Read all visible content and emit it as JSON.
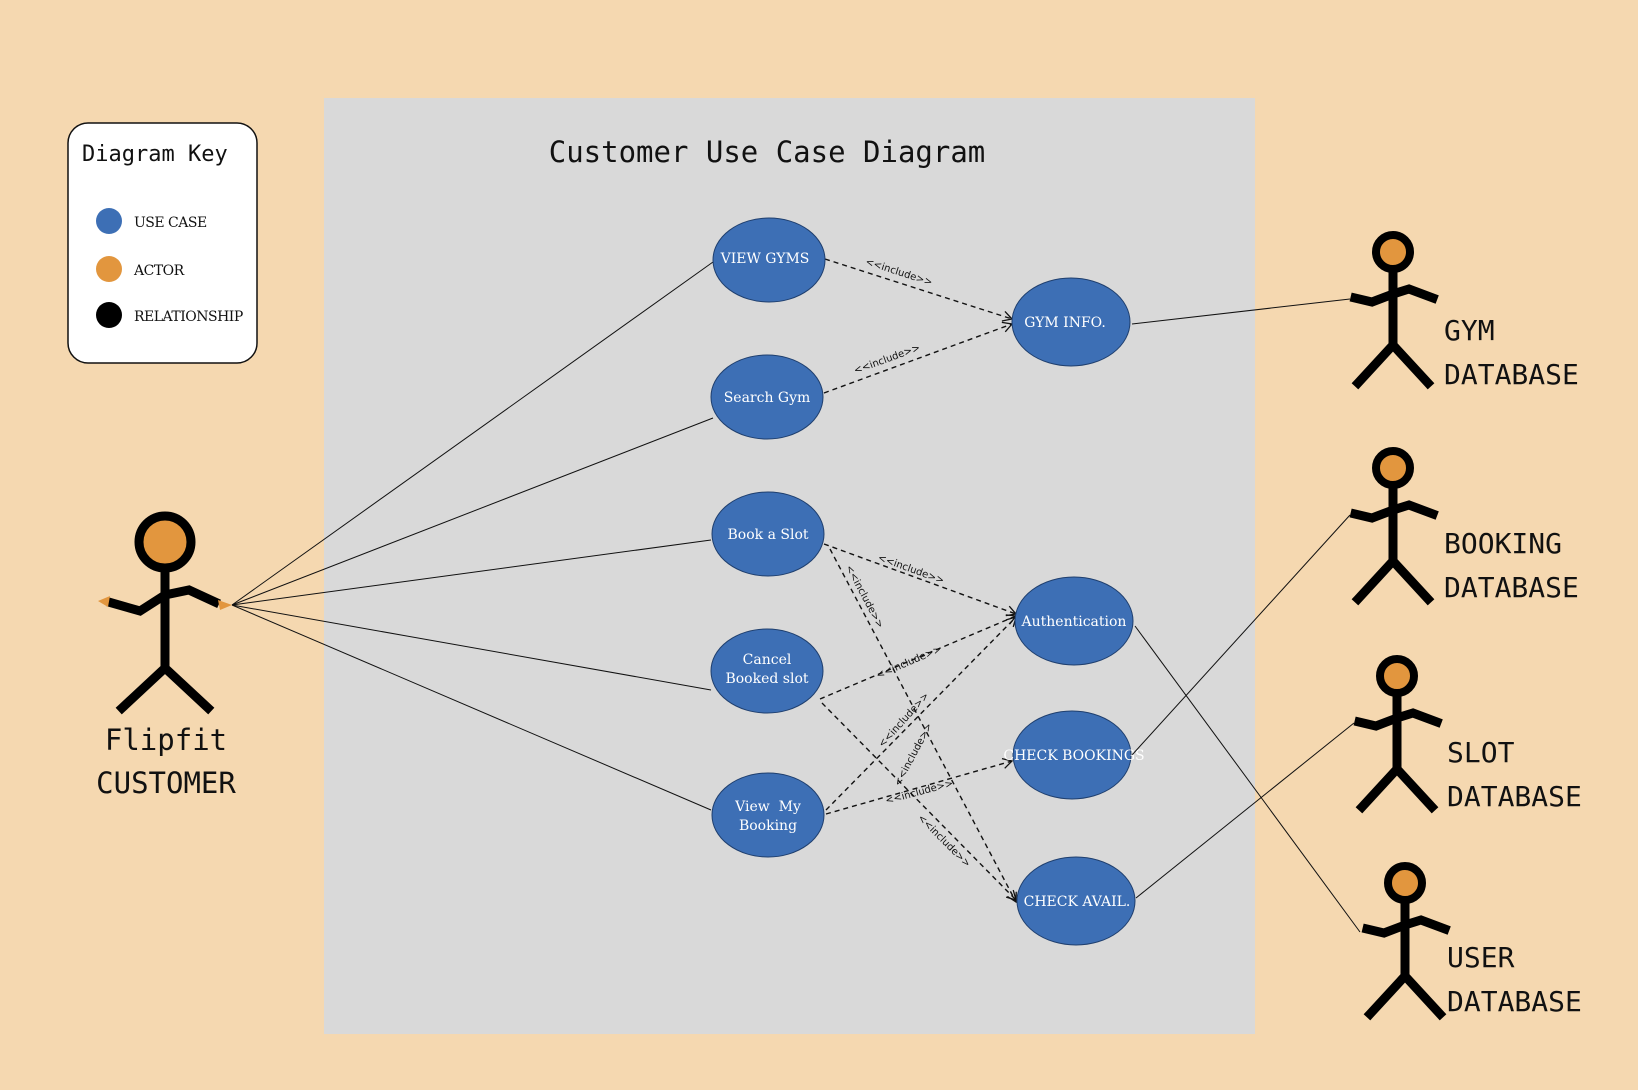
{
  "title": "Customer Use Case Diagram",
  "key": {
    "title": "Diagram Key",
    "items": [
      {
        "label": "USE CASE",
        "color": "#3d6fb5"
      },
      {
        "label": "ACTOR",
        "color": "#e2963e"
      },
      {
        "label": "RELATIONSHIP",
        "color": "#000000"
      }
    ]
  },
  "colors": {
    "background": "#f5d8b0",
    "system_box": "#d9d9d9",
    "use_case": "#3d6fb5",
    "actor_head": "#e2963e"
  },
  "use_cases": {
    "view_gyms": [
      "VIEW GYMS"
    ],
    "search_gym": [
      "Search Gym"
    ],
    "book_slot": [
      "Book a Slot"
    ],
    "cancel": [
      "Cancel",
      "Booked slot"
    ],
    "view_booking": [
      "View  My",
      "Booking"
    ],
    "gym_info": [
      "GYM INFO."
    ],
    "auth": [
      "Authentication"
    ],
    "check_bookings": [
      "CHECK BOOKINGS"
    ],
    "check_avail": [
      "CHECK AVAIL."
    ]
  },
  "relationship_label": "<<include>>",
  "actors": {
    "customer": [
      "Flipfit",
      "CUSTOMER"
    ],
    "gym_db": [
      "GYM",
      "DATABASE"
    ],
    "booking_db": [
      "BOOKING",
      "DATABASE"
    ],
    "slot_db": [
      "SLOT",
      "DATABASE"
    ],
    "user_db": [
      "USER",
      "DATABASE"
    ]
  }
}
